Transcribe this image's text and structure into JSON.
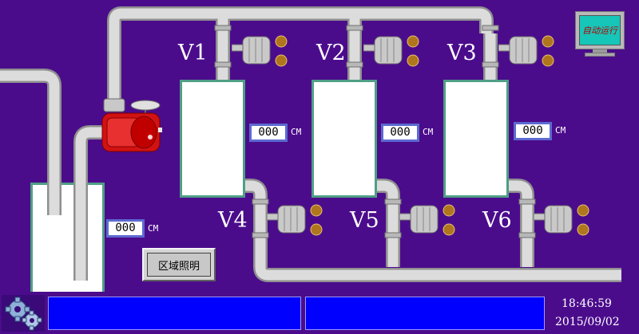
{
  "colors": {
    "background": "#4b0c8c",
    "pipe": "#dcdcdc",
    "tank_fill": "#ffffff",
    "tank_border": "#4f9e86",
    "status_panel": "#0000ff",
    "pump": "#d01010"
  },
  "valves": [
    {
      "label": "V1"
    },
    {
      "label": "V2"
    },
    {
      "label": "V3"
    },
    {
      "label": "V4"
    },
    {
      "label": "V5"
    },
    {
      "label": "V6"
    }
  ],
  "tanks": [
    {
      "level_value": "000",
      "unit": "CM"
    },
    {
      "level_value": "000",
      "unit": "CM"
    },
    {
      "level_value": "000",
      "unit": "CM"
    }
  ],
  "main_tank": {
    "level_value": "000",
    "unit": "CM"
  },
  "buttons": {
    "area_lighting": "区域照明",
    "auto_run": "自动运行"
  },
  "icons": {
    "settings": "gear-icon",
    "auto_run": "monitor-icon",
    "pump": "pump-icon",
    "valve": "motor-valve-icon"
  },
  "status": {
    "time": "18:46:59",
    "date": "2015/09/02"
  }
}
